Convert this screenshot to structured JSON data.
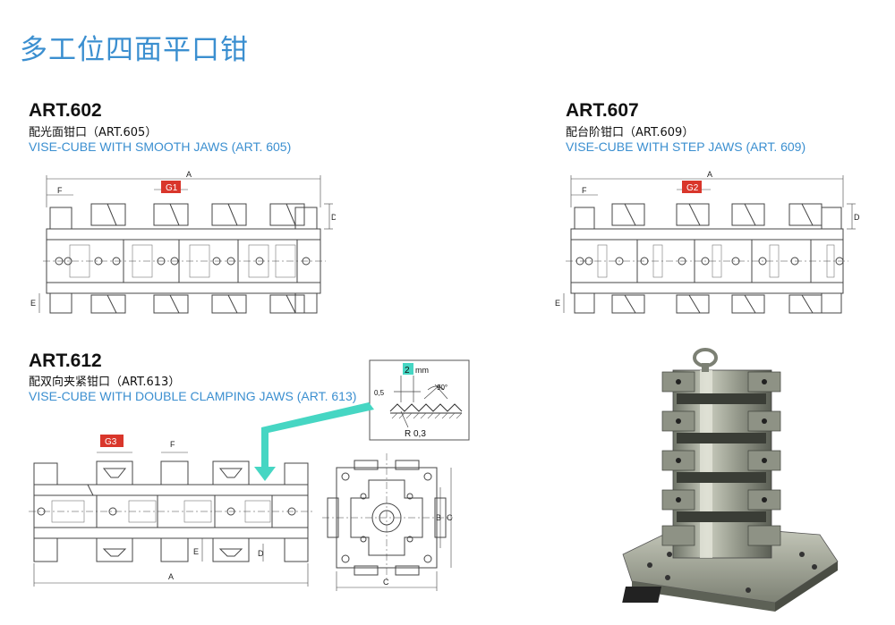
{
  "page_title": "多工位四面平口钳",
  "sections": [
    {
      "art": "ART.602",
      "cn": "配光面钳口（ART.605）",
      "en": "VISE-CUBE WITH SMOOTH JAWS (ART. 605)",
      "dims": {
        "tag": "G1",
        "a": "A",
        "f": "F",
        "d": "D",
        "e": "E"
      }
    },
    {
      "art": "ART.607",
      "cn": "配台阶钳口（ART.609）",
      "en": "VISE-CUBE WITH STEP JAWS (ART. 609)",
      "dims": {
        "tag": "G2",
        "a": "A",
        "f": "F",
        "d": "D",
        "e": "E"
      }
    },
    {
      "art": "ART.612",
      "cn": "配双向夹紧钳口（ART.613）",
      "en": "VISE-CUBE WITH DOUBLE CLAMPING JAWS (ART. 613)",
      "dims": {
        "tag": "G3",
        "a": "A",
        "f": "F",
        "d": "D",
        "e": "E",
        "b": "B",
        "c": "C",
        "c2": "C"
      }
    }
  ],
  "detail": {
    "pitch": "2",
    "unit": "mm",
    "depth": "0,5",
    "angle": "90°",
    "radius": "R 0,3"
  }
}
